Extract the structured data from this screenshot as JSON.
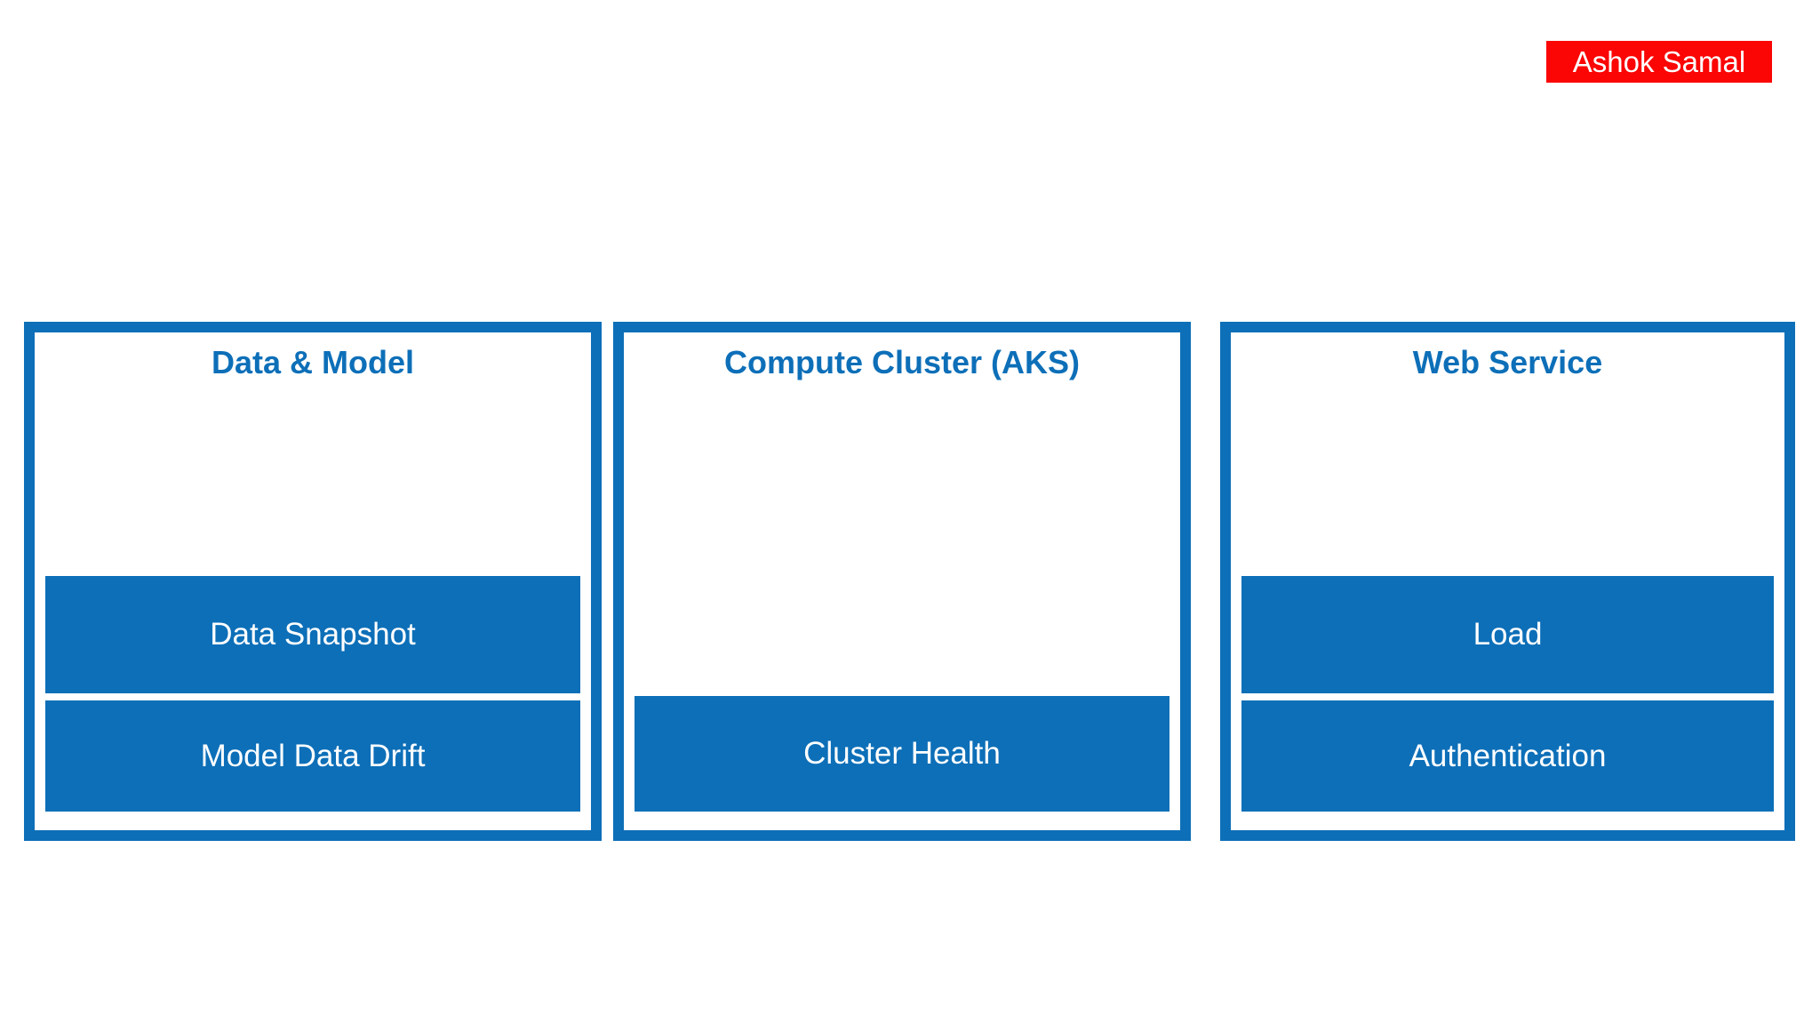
{
  "badge": {
    "label": "Ashok Samal",
    "bg_color": "#fb0505",
    "text_color": "#ffffff"
  },
  "colors": {
    "primary_blue": "#0d6fb8",
    "bar_text": "#ffffff",
    "background": "#ffffff"
  },
  "diagram": {
    "columns": [
      {
        "title": "Data & Model",
        "bars": [
          "Data Snapshot",
          "Model Data Drift"
        ]
      },
      {
        "title": "Compute Cluster (AKS)",
        "bars": [
          "Cluster Health"
        ]
      },
      {
        "title": "Web Service",
        "bars": [
          "Load",
          "Authentication"
        ]
      }
    ]
  }
}
